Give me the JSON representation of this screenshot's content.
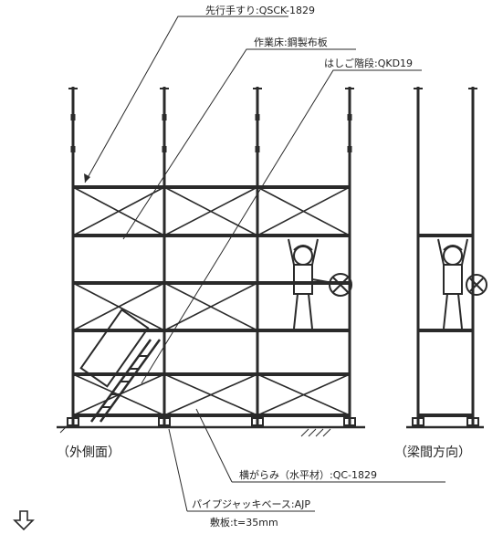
{
  "callouts": {
    "guardrail": "先行手すり:QSCK-1829",
    "platform": "作業床:鋼製布板",
    "ladder": "はしご階段:QKD19",
    "brace": "横がらみ（水平材）:QC-1829",
    "jack_base": "パイプジャッキベース:AJP",
    "base_plate": "敷板:t=35mm"
  },
  "captions": {
    "side_view": "（外側面）",
    "end_view": "（梁間方向）"
  },
  "icons": {
    "next_arrow": "down-outline-arrow-icon"
  },
  "colors": {
    "line": "#2a2a2a",
    "text": "#222222"
  }
}
